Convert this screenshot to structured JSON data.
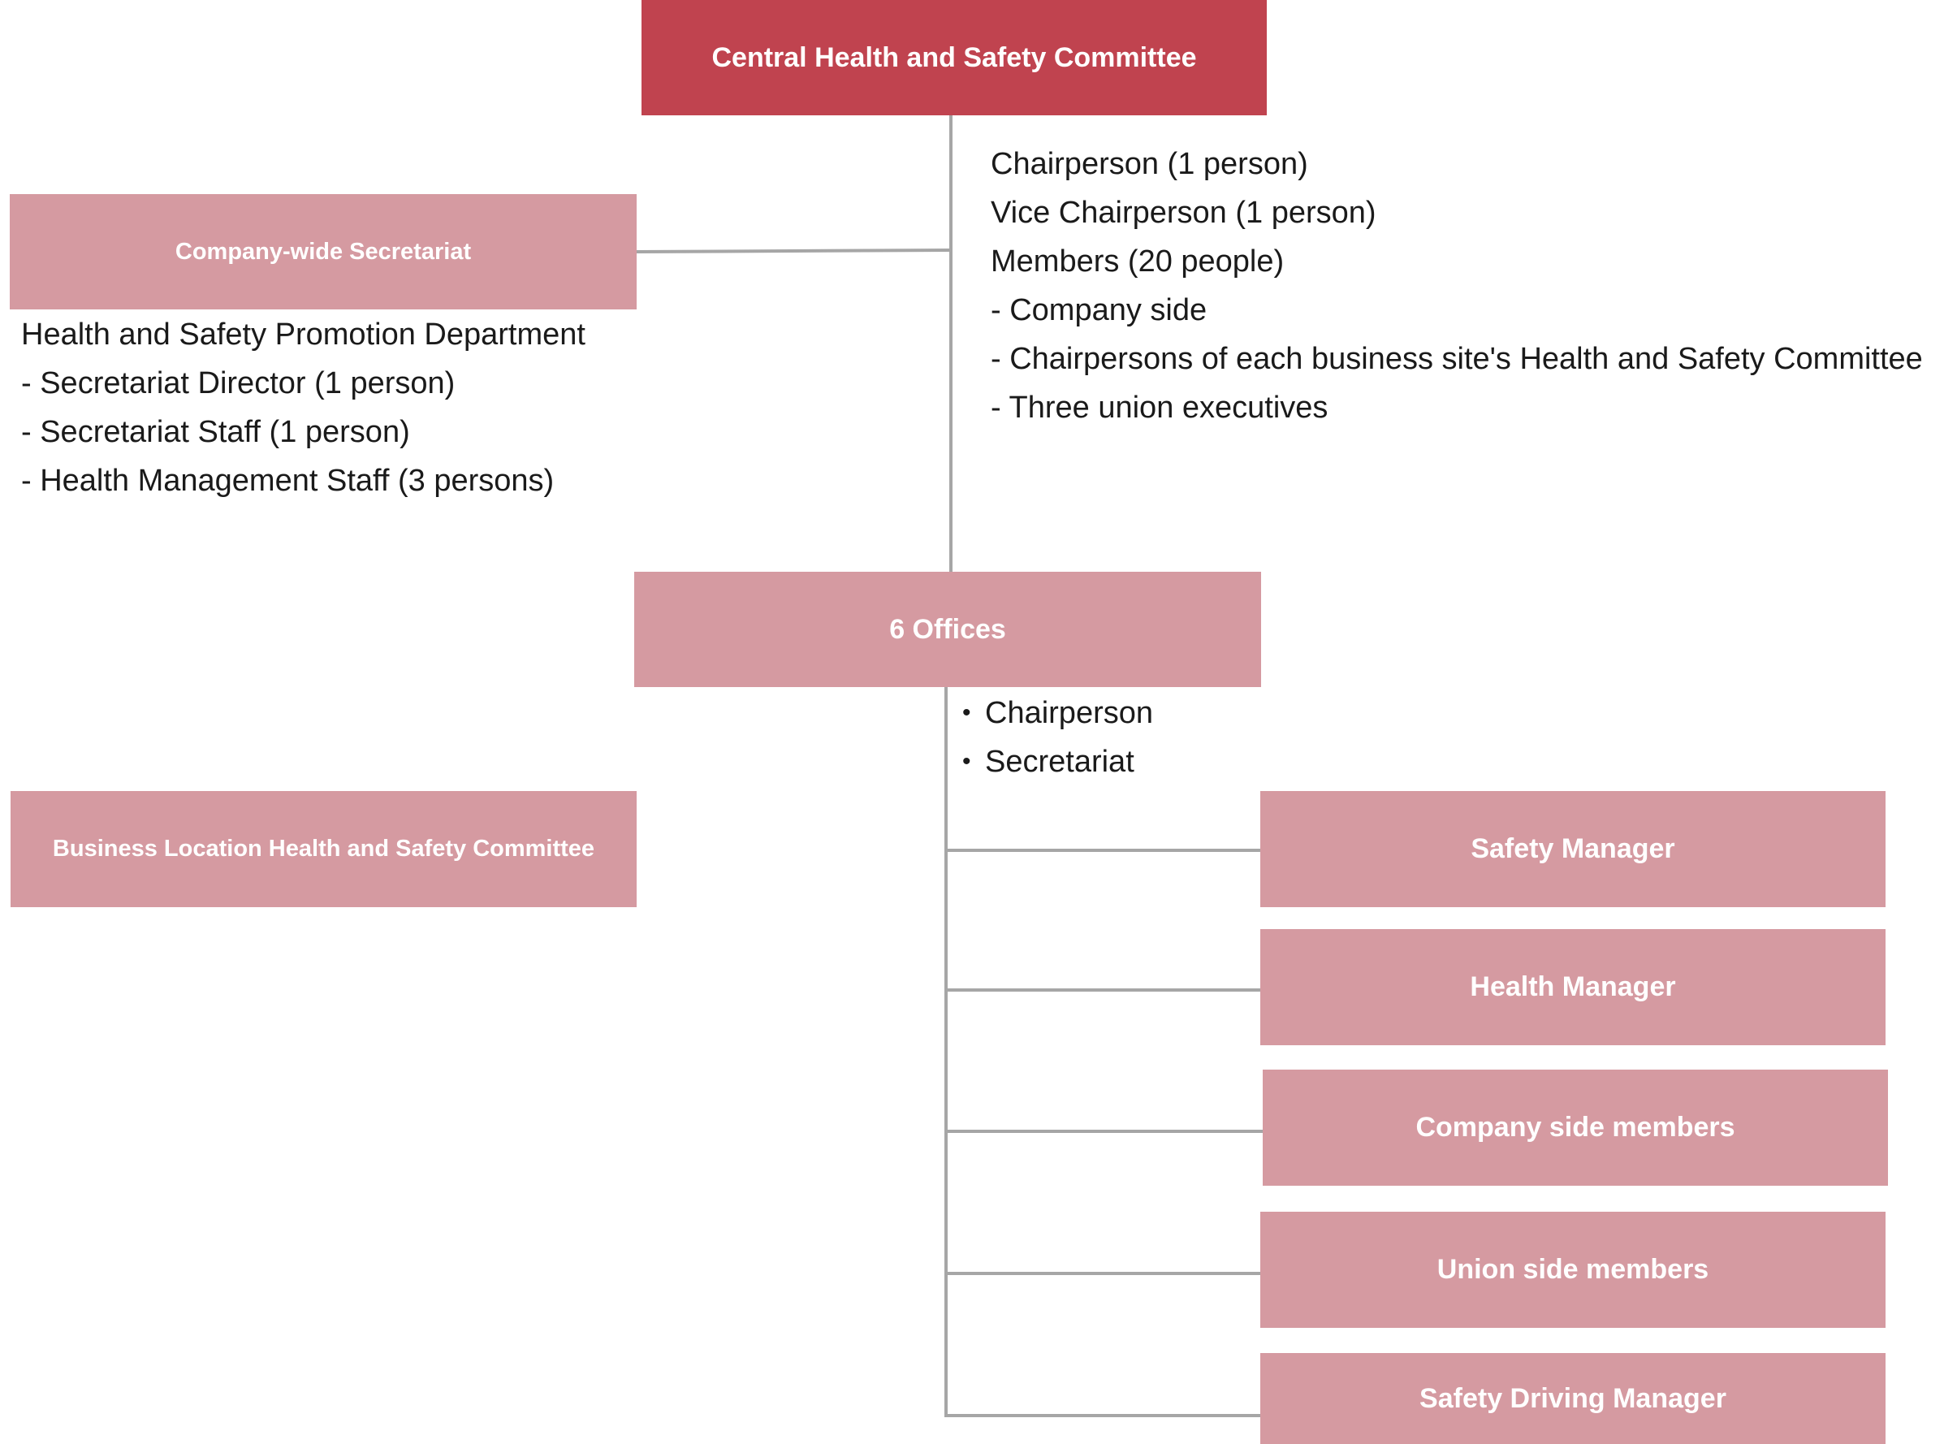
{
  "central_committee": {
    "label": "Central Health and Safety Committee",
    "color": "#c0434f"
  },
  "central_members": [
    "Chairperson (1 person)",
    "Vice Chairperson (1 person)",
    "Members (20 people)",
    "- Company side",
    "- Chairpersons of each business site's Health and Safety Committee",
    "- Three union executives"
  ],
  "secretariat": {
    "label": "Company-wide Secretariat",
    "details": [
      "Health and Safety Promotion Department",
      "- Secretariat Director (1 person)",
      "- Secretariat Staff (1 person)",
      "- Health Management Staff (3 persons)"
    ]
  },
  "offices": {
    "label": "6 Offices",
    "bullet": "•",
    "details": [
      "Chairperson",
      "Secretariat"
    ]
  },
  "business_committee": {
    "label": "Business Location Health and Safety Committee"
  },
  "roles": [
    "Safety Manager",
    "Health Manager",
    "Company side members",
    "Union side members",
    "Safety Driving Manager"
  ],
  "colors": {
    "accent": "#c0434f",
    "box": "#d59aa1",
    "connector": "#a6a6a6"
  }
}
